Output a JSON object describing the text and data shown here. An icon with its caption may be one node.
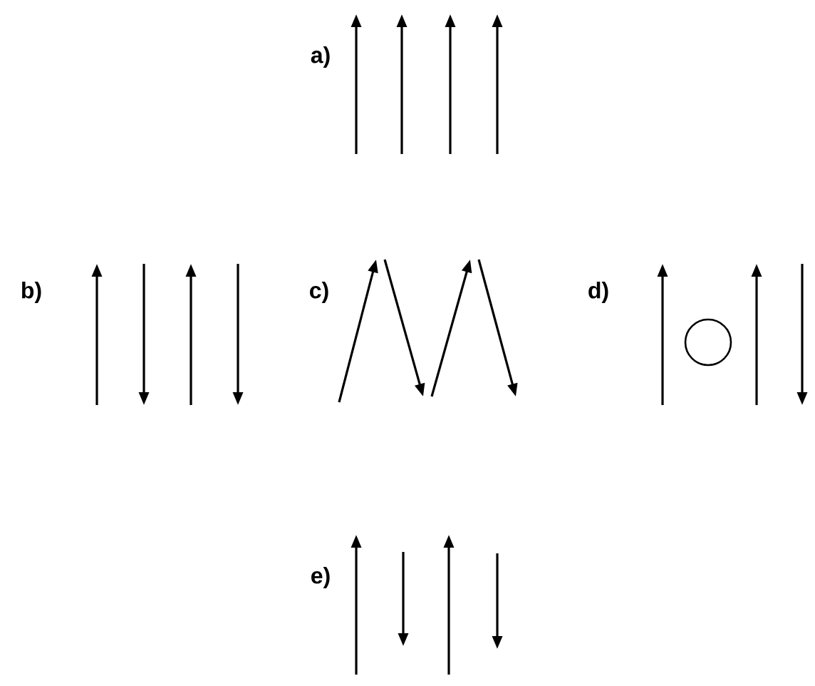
{
  "diagram": {
    "labels": [
      "a)",
      "b)",
      "c)",
      "d)",
      "e)"
    ]
  }
}
